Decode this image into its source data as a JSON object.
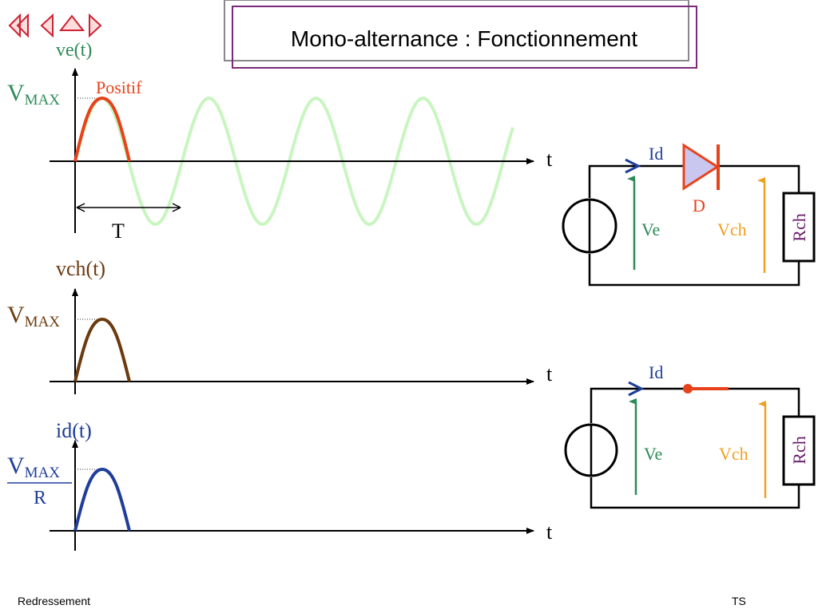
{
  "slide": {
    "title": "Mono-alternance : Fonctionnement",
    "footer_left": "Redressement",
    "footer_right": "TS"
  },
  "nav": {
    "buttons": [
      "first-icon",
      "previous-icon",
      "home-icon",
      "next-icon"
    ]
  },
  "graphs": {
    "ve": {
      "label": "ve(t)",
      "vmax_main": "V",
      "vmax_sub": "MAX",
      "positive_label": "Positif",
      "t_label": "t",
      "period_label": "T",
      "color": "#2e8b57"
    },
    "vch": {
      "label": "vch(t)",
      "vmax_main": "V",
      "vmax_sub": "MAX",
      "t_label": "t",
      "color": "#6b3a0f"
    },
    "id": {
      "label": "id(t)",
      "vmax_main": "V",
      "vmax_sub": "MAX",
      "denominator": "R",
      "t_label": "t",
      "color": "#1f3d99"
    }
  },
  "circuits": {
    "top": {
      "id_label": "Id",
      "diode_label": "D",
      "ve_label": "Ve",
      "vch_label": "Vch",
      "rch_label": "Rch"
    },
    "bottom": {
      "id_label": "Id",
      "ve_label": "Ve",
      "vch_label": "Vch",
      "rch_label": "Rch"
    }
  },
  "colors": {
    "title_border_purple": "#7b2a7b",
    "diode_red": "#e8421a",
    "ve_green": "#2e8b57",
    "vch_orange": "#f0a020",
    "rch_purple": "#6a1b6a",
    "id_blue": "#1f3d99",
    "sine_faint": "#c8f5c0"
  }
}
